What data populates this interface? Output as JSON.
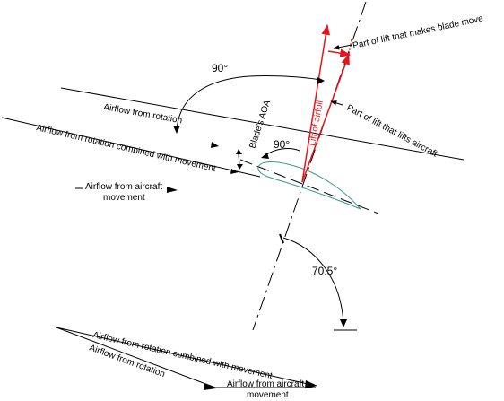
{
  "colors": {
    "line": "#000000",
    "lift": "#e8141a",
    "airfoil": "#3a9a8c"
  },
  "labels": {
    "angle_top": "90°",
    "angle_mid": "90°",
    "angle_bottom": "70.5°",
    "blade_aoa": "Blade's AOA",
    "lift_of_airfoil": "Lift of airfoil",
    "lift_moves_blade": "Part of lift that makes blade move",
    "lift_lifts_aircraft": "Part of lift that lifts aircraft",
    "airflow_rotation": "Airflow from rotation",
    "airflow_combined": "Airflow from rotation combined with movement",
    "airflow_aircraft_line1": "Airflow from aircraft",
    "airflow_aircraft_line2": "movement",
    "bottom_combined": "Airflow from rotation combined with movement",
    "bottom_rotation": "Airflow from rotation",
    "bottom_aircraft_line1": "Airflow from aircraft",
    "bottom_aircraft_line2": "movement"
  }
}
